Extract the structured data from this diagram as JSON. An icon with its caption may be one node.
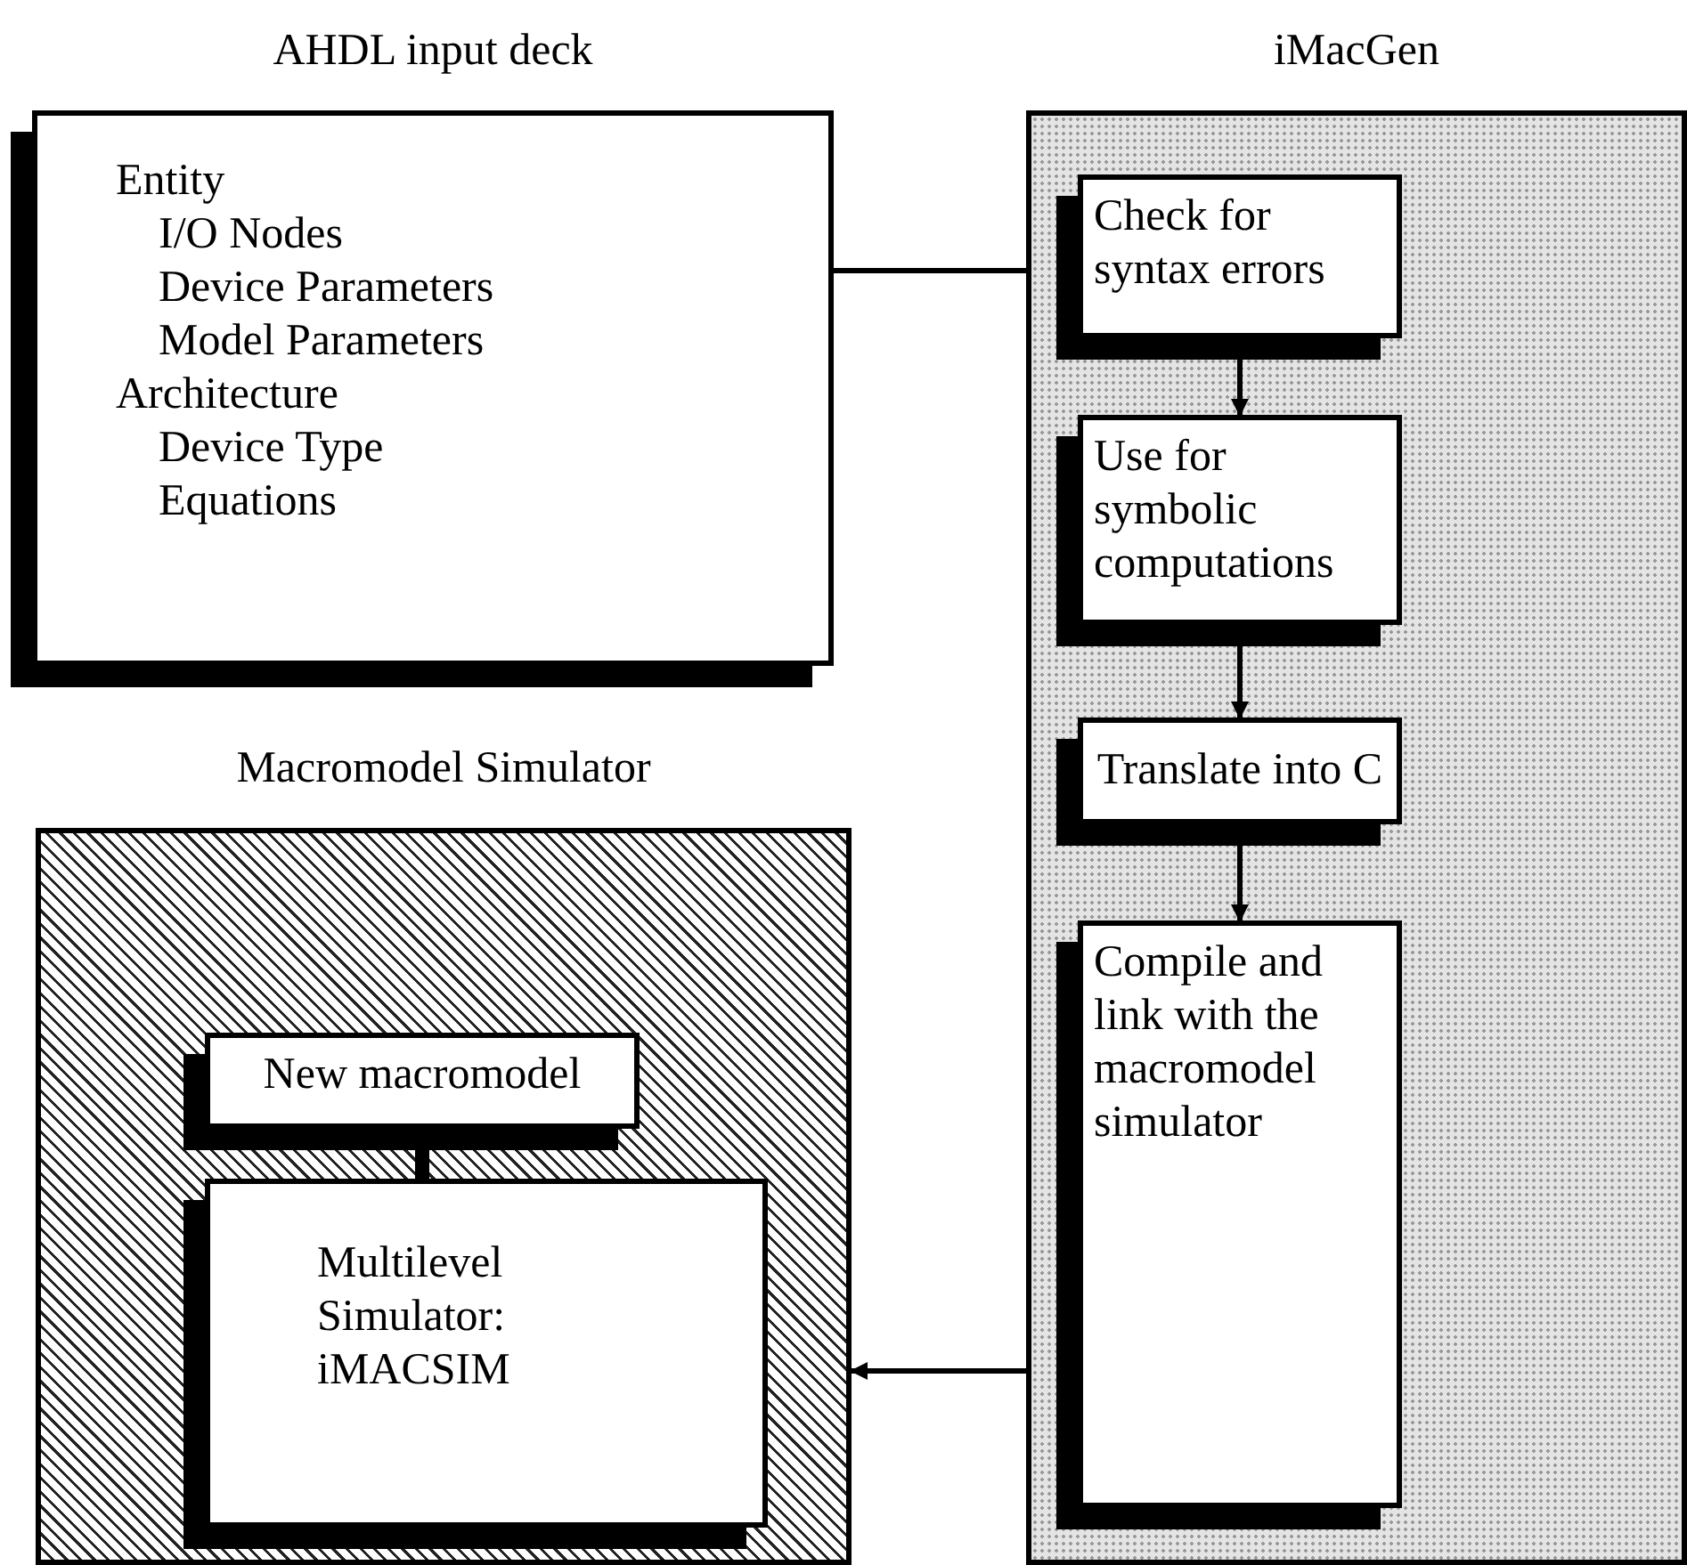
{
  "diagram": {
    "nodes": [
      {
        "text": [
          "AHDL input deck",
          "Entity",
          "I/O Nodes",
          "Device Parameters",
          "Model Parameters",
          "Architecture",
          "Device Type",
          "Equations"
        ]
      },
      {
        "text": [
          "iMacGen"
        ]
      },
      {
        "text": [
          "Check for syntax errors"
        ],
        "in": 1
      },
      {
        "text": [
          "Use for symbolic computations"
        ],
        "in": 1
      },
      {
        "text": [
          "Translate into C"
        ],
        "in": 1
      },
      {
        "text": [
          "Compile and link with the macromodel simulator"
        ],
        "in": 1
      },
      {
        "text": [
          "Macromodel Simulator"
        ]
      },
      {
        "text": [
          "New macromodel"
        ],
        "in": 6
      },
      {
        "text": [
          "Multilevel Simulator: iMACSIM"
        ],
        "in": 6
      }
    ],
    "edges": [
      {
        "from": 0,
        "to": 1,
        "arrow": "none"
      },
      {
        "from": 2,
        "to": 3,
        "arrow": "to"
      },
      {
        "from": 3,
        "to": 4,
        "arrow": "to"
      },
      {
        "from": 4,
        "to": 5,
        "arrow": "to"
      },
      {
        "from": 1,
        "to": 6,
        "arrow": "to"
      },
      {
        "from": 7,
        "to": 8,
        "arrow": "none",
        "style": "thick"
      }
    ]
  }
}
